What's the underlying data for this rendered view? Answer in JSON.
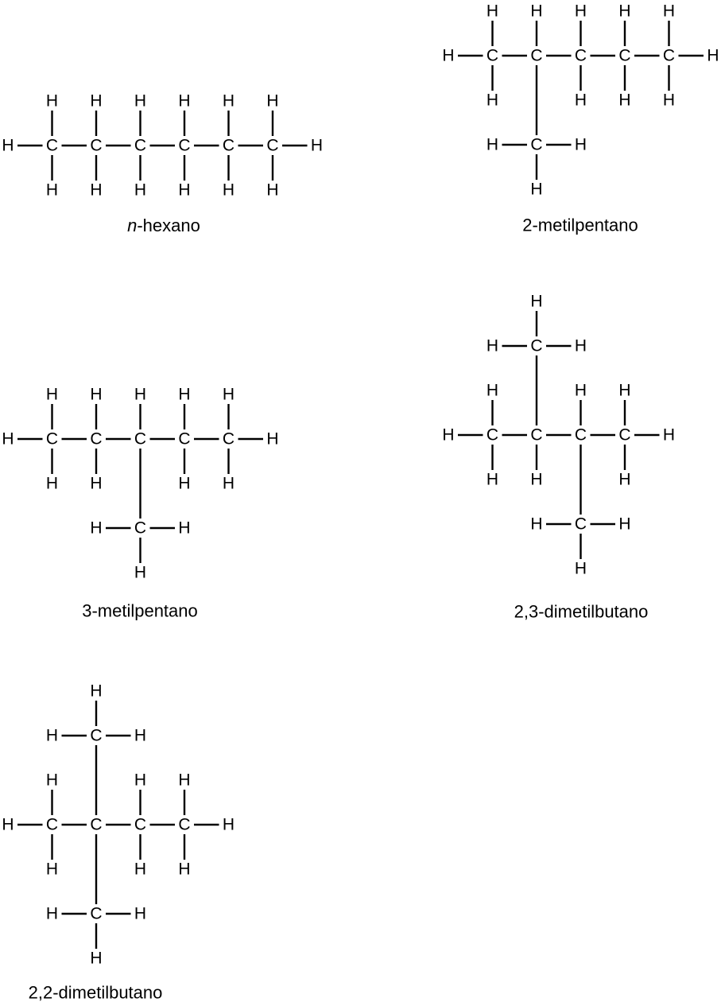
{
  "structures": [
    {
      "id": "n-hexano",
      "name_prefix": "n",
      "name_rest": "-hexano"
    },
    {
      "id": "2-metilpentano",
      "name": "2-metilpentano"
    },
    {
      "id": "3-metilpentano",
      "name": "3-metilpentano"
    },
    {
      "id": "2-3-dimetilbutano",
      "name": "2,3-dimetilbutano"
    },
    {
      "id": "2-2-dimetilbutano",
      "name": "2,2-dimetilbutano"
    }
  ],
  "atom_symbols": {
    "carbon": "C",
    "hydrogen": "H"
  },
  "colors": {
    "ink": "#000000",
    "background": "#ffffff"
  }
}
